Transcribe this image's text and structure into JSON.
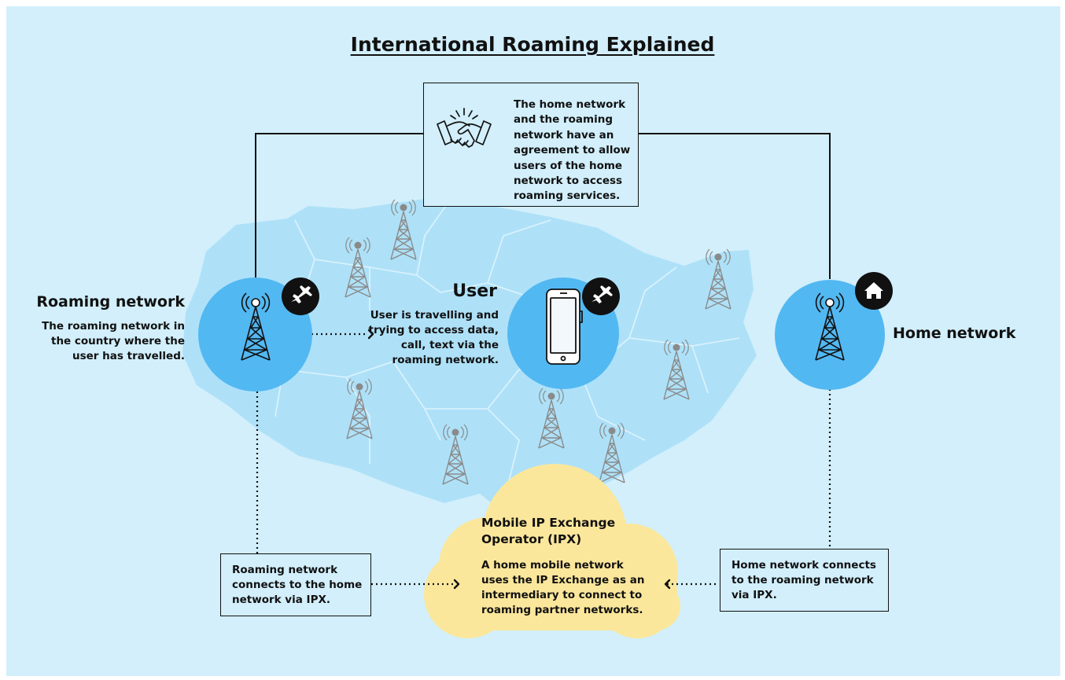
{
  "title": "International Roaming Explained",
  "agreement": {
    "text": "The home network and the roaming network have an agreement to allow users of the home network to access roaming services.",
    "icon": "handshake-icon"
  },
  "roaming_network": {
    "title": "Roaming network",
    "description": "The roaming network in the country where the user has travelled.",
    "icon": "cell-tower-icon",
    "badge_icon": "airplane-icon"
  },
  "user": {
    "title": "User",
    "description": "User is travelling and trying to access data, call, text via the roaming network.",
    "icon": "smartphone-icon",
    "badge_icon": "airplane-icon"
  },
  "home_network": {
    "title": "Home network",
    "icon": "cell-tower-icon",
    "badge_icon": "home-icon"
  },
  "ipx": {
    "title": "Mobile IP Exchange Operator (IPX)",
    "description": "A home mobile network uses the IP Exchange as an intermediary to connect to roaming partner networks."
  },
  "roaming_connect": {
    "text": "Roaming network connects to the home network via IPX."
  },
  "home_connect": {
    "text": "Home network connects to the roaming network via IPX."
  },
  "colors": {
    "background": "#d2effb",
    "map": "#aee1f8",
    "node_circle": "#52b8f2",
    "cloud": "#fbe79b",
    "badge": "#111111",
    "tower_grey": "#8a8a8a"
  }
}
